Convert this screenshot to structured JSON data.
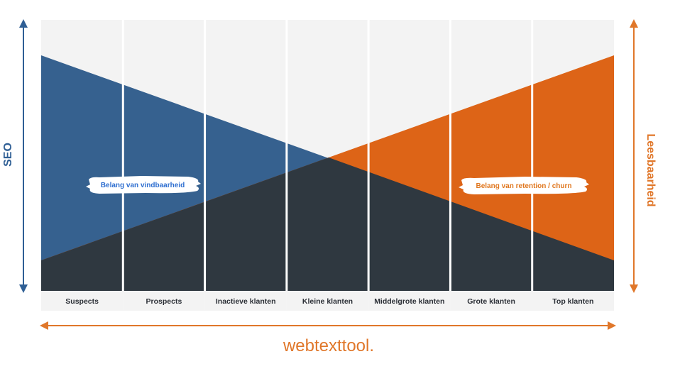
{
  "axes": {
    "left_label": "SEO",
    "right_label": "Leesbaarheid"
  },
  "categories": [
    "Suspects",
    "Prospects",
    "Inactieve klanten",
    "Kleine klanten",
    "Middelgrote klanten",
    "Grote klanten",
    "Top klanten"
  ],
  "callouts": {
    "left": "Belang van vindbaarheid",
    "right": "Belang van retention / churn"
  },
  "brand": "webtexttool.",
  "colors": {
    "seo_blue": "#36618f",
    "retention_orange": "#dd6417",
    "overlap_dark": "#2f3840",
    "column_bg": "#f3f3f3",
    "axis_blue": "#2f5f95",
    "axis_orange": "#e0772a"
  }
}
